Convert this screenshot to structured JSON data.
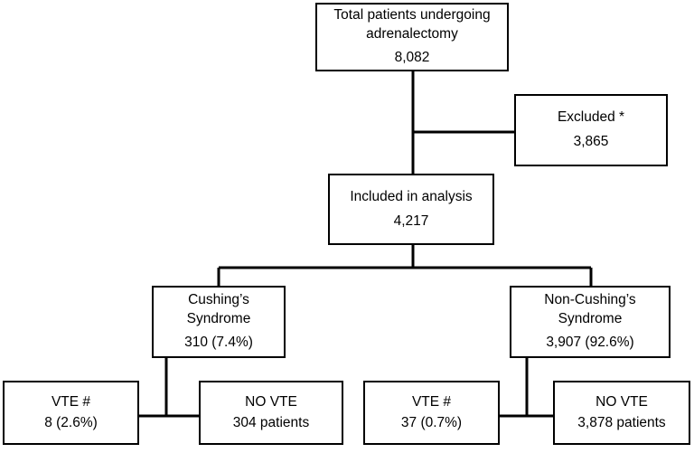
{
  "flowchart": {
    "total": {
      "label_line1": "Total patients undergoing",
      "label_line2": "adrenalectomy",
      "count": "8,082"
    },
    "excluded": {
      "label": "Excluded *",
      "count": "3,865"
    },
    "included": {
      "label": "Included in analysis",
      "count": "4,217"
    },
    "cushings": {
      "label_line1": "Cushing’s",
      "label_line2": "Syndrome",
      "count": "310 (7.4%)"
    },
    "non_cushings": {
      "label_line1": "Non-Cushing’s",
      "label_line2": "Syndrome",
      "count": "3,907 (92.6%)"
    },
    "cushings_vte": {
      "label": "VTE #",
      "count": "8 (2.6%)"
    },
    "cushings_no_vte": {
      "label": "NO VTE",
      "count": "304 patients"
    },
    "non_cushings_vte": {
      "label": "VTE #",
      "count": "37 (0.7%)"
    },
    "non_cushings_no_vte": {
      "label": "NO VTE",
      "count": "3,878 patients"
    }
  }
}
